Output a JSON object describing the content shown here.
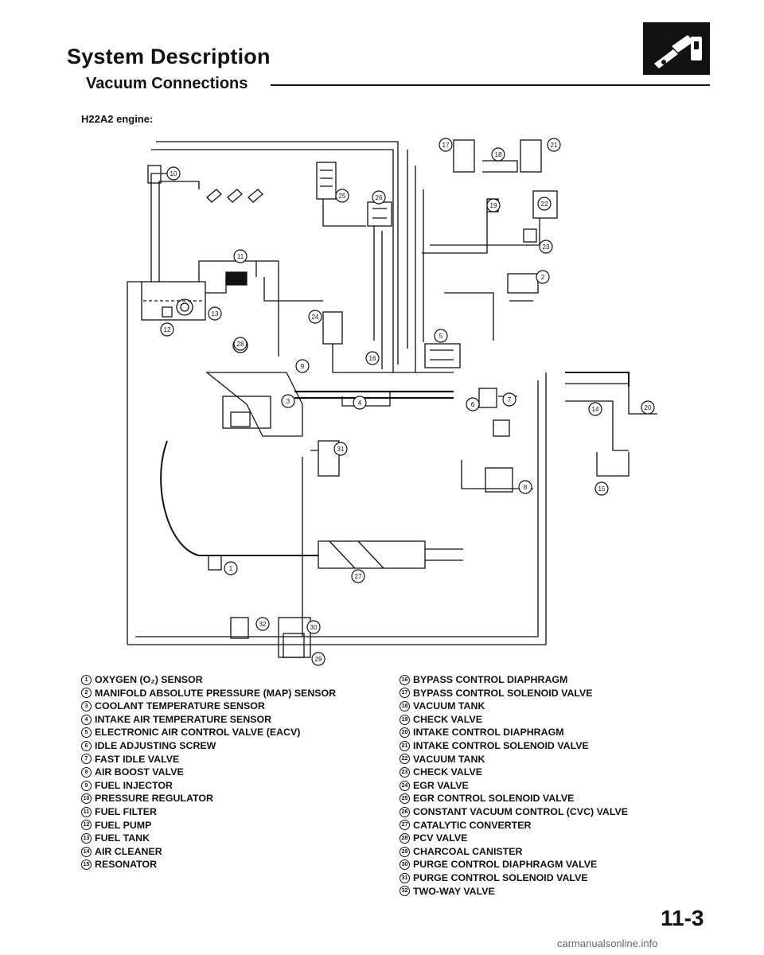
{
  "header": {
    "title": "System Description",
    "subtitle": "Vacuum Connections",
    "engine_label": "H22A2 engine:"
  },
  "legend_left": [
    {
      "n": "1",
      "label": "OXYGEN (O₂) SENSOR"
    },
    {
      "n": "2",
      "label": "MANIFOLD ABSOLUTE PRESSURE (MAP) SENSOR"
    },
    {
      "n": "3",
      "label": "COOLANT TEMPERATURE SENSOR"
    },
    {
      "n": "4",
      "label": "INTAKE AIR TEMPERATURE SENSOR"
    },
    {
      "n": "5",
      "label": "ELECTRONIC AIR CONTROL VALVE (EACV)"
    },
    {
      "n": "6",
      "label": "IDLE ADJUSTING SCREW"
    },
    {
      "n": "7",
      "label": "FAST IDLE VALVE"
    },
    {
      "n": "8",
      "label": "AIR BOOST VALVE"
    },
    {
      "n": "9",
      "label": "FUEL INJECTOR"
    },
    {
      "n": "10",
      "label": "PRESSURE REGULATOR"
    },
    {
      "n": "11",
      "label": "FUEL FILTER"
    },
    {
      "n": "12",
      "label": "FUEL PUMP"
    },
    {
      "n": "13",
      "label": "FUEL TANK"
    },
    {
      "n": "14",
      "label": "AIR CLEANER"
    },
    {
      "n": "15",
      "label": "RESONATOR"
    }
  ],
  "legend_right": [
    {
      "n": "16",
      "label": "BYPASS CONTROL DIAPHRAGM"
    },
    {
      "n": "17",
      "label": "BYPASS CONTROL SOLENOID VALVE"
    },
    {
      "n": "18",
      "label": "VACUUM TANK"
    },
    {
      "n": "19",
      "label": "CHECK VALVE"
    },
    {
      "n": "20",
      "label": "INTAKE CONTROL DIAPHRAGM"
    },
    {
      "n": "21",
      "label": "INTAKE CONTROL SOLENOID VALVE"
    },
    {
      "n": "22",
      "label": "VACUUM TANK"
    },
    {
      "n": "23",
      "label": "CHECK VALVE"
    },
    {
      "n": "24",
      "label": "EGR VALVE"
    },
    {
      "n": "25",
      "label": "EGR CONTROL SOLENOID VALVE"
    },
    {
      "n": "26",
      "label": "CONSTANT VACUUM CONTROL (CVC) VALVE"
    },
    {
      "n": "27",
      "label": "CATALYTIC CONVERTER"
    },
    {
      "n": "28",
      "label": "PCV VALVE"
    },
    {
      "n": "29",
      "label": "CHARCOAL CANISTER"
    },
    {
      "n": "30",
      "label": "PURGE CONTROL DIAPHRAGM VALVE"
    },
    {
      "n": "31",
      "label": "PURGE CONTROL SOLENOID VALVE"
    },
    {
      "n": "32",
      "label": "TWO-WAY VALVE"
    }
  ],
  "diagram_callouts": [
    "1",
    "2",
    "3",
    "4",
    "5",
    "6",
    "7",
    "8",
    "9",
    "10",
    "11",
    "12",
    "13",
    "14",
    "15",
    "16",
    "17",
    "18",
    "19",
    "20",
    "21",
    "22",
    "23",
    "24",
    "25",
    "26",
    "27",
    "28",
    "29",
    "30",
    "31",
    "32"
  ],
  "page_number": "11-3",
  "watermark": "carmanualsonline.info",
  "logo_icon": "fuel-pump-icon"
}
